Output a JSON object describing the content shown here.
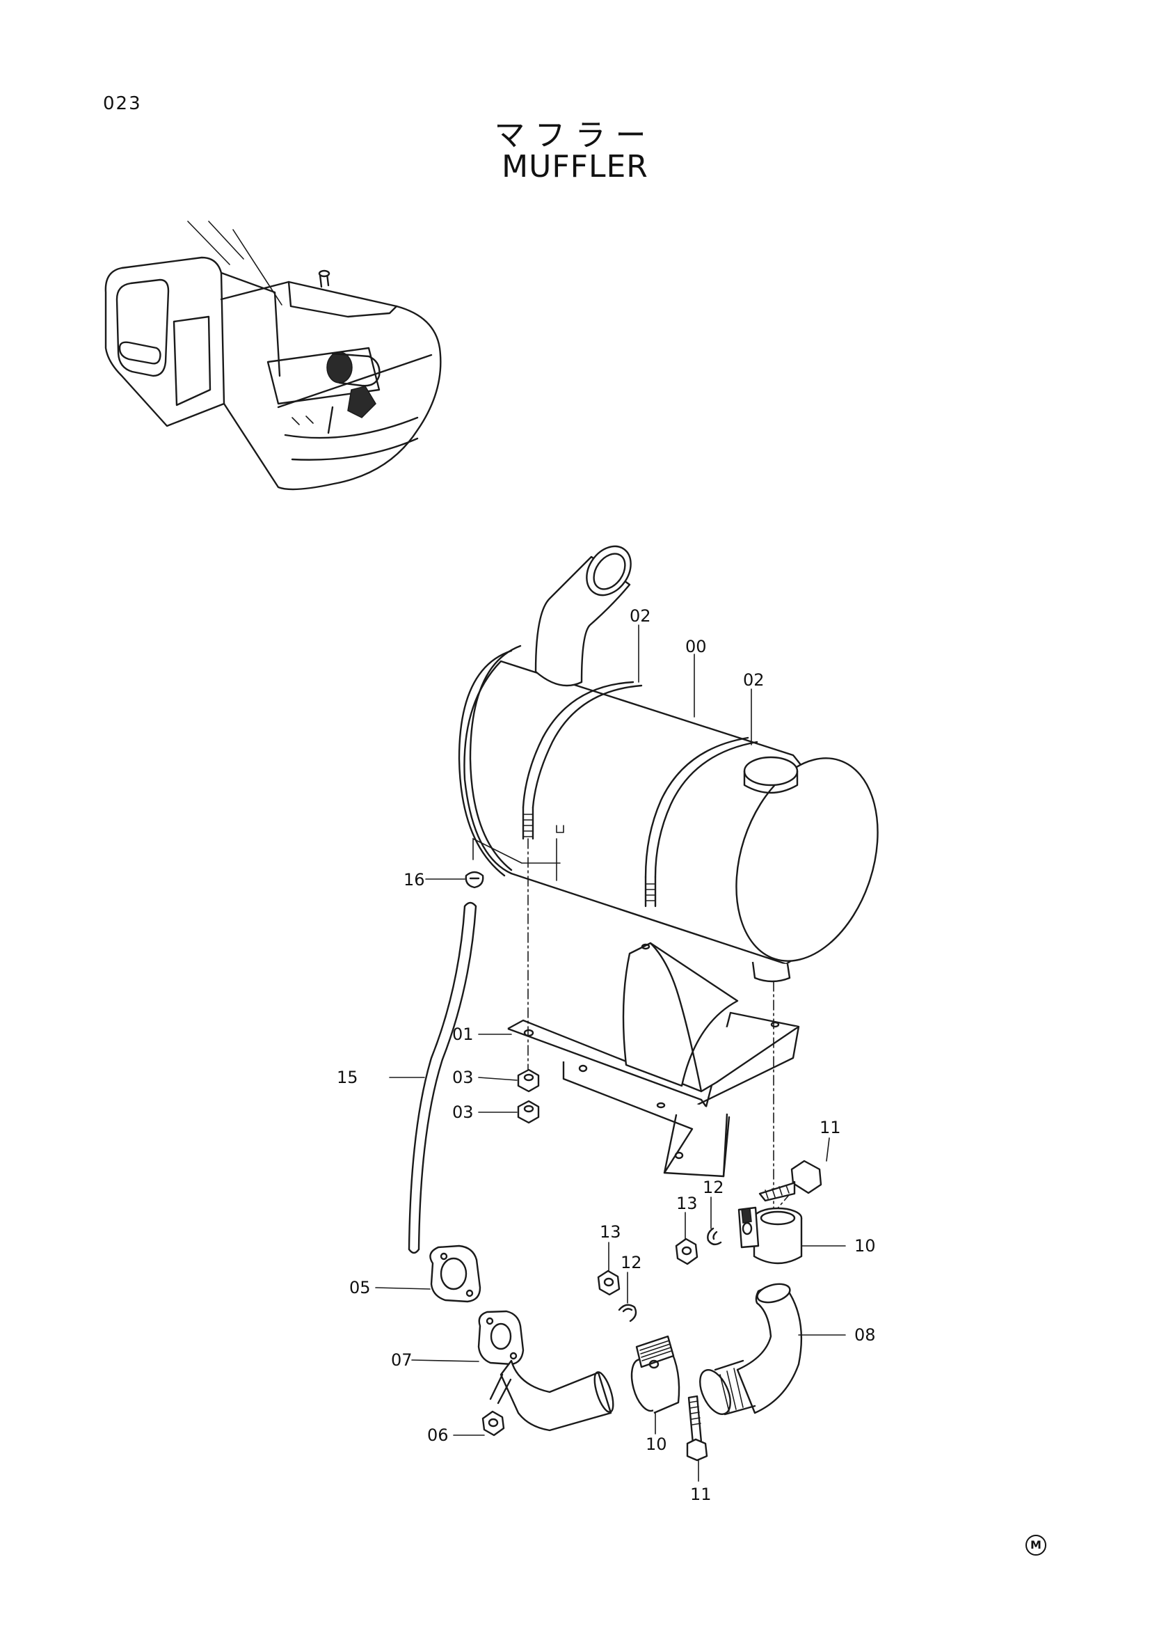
{
  "page": {
    "number": "023",
    "title_jp": "マフラー",
    "title_en": "MUFFLER",
    "maker_mark": "M"
  },
  "callouts": [
    {
      "id": "c-02a",
      "label": "02"
    },
    {
      "id": "c-00",
      "label": "00"
    },
    {
      "id": "c-02b",
      "label": "02"
    },
    {
      "id": "c-16",
      "label": "16"
    },
    {
      "id": "c-01",
      "label": "01"
    },
    {
      "id": "c-03a",
      "label": "03"
    },
    {
      "id": "c-03b",
      "label": "03"
    },
    {
      "id": "c-15",
      "label": "15"
    },
    {
      "id": "c-11a",
      "label": "11"
    },
    {
      "id": "c-12a",
      "label": "12"
    },
    {
      "id": "c-13a",
      "label": "13"
    },
    {
      "id": "c-10a",
      "label": "10"
    },
    {
      "id": "c-13b",
      "label": "13"
    },
    {
      "id": "c-12b",
      "label": "12"
    },
    {
      "id": "c-05",
      "label": "05"
    },
    {
      "id": "c-08",
      "label": "08"
    },
    {
      "id": "c-07",
      "label": "07"
    },
    {
      "id": "c-06",
      "label": "06"
    },
    {
      "id": "c-10b",
      "label": "10"
    },
    {
      "id": "c-11b",
      "label": "11"
    }
  ]
}
